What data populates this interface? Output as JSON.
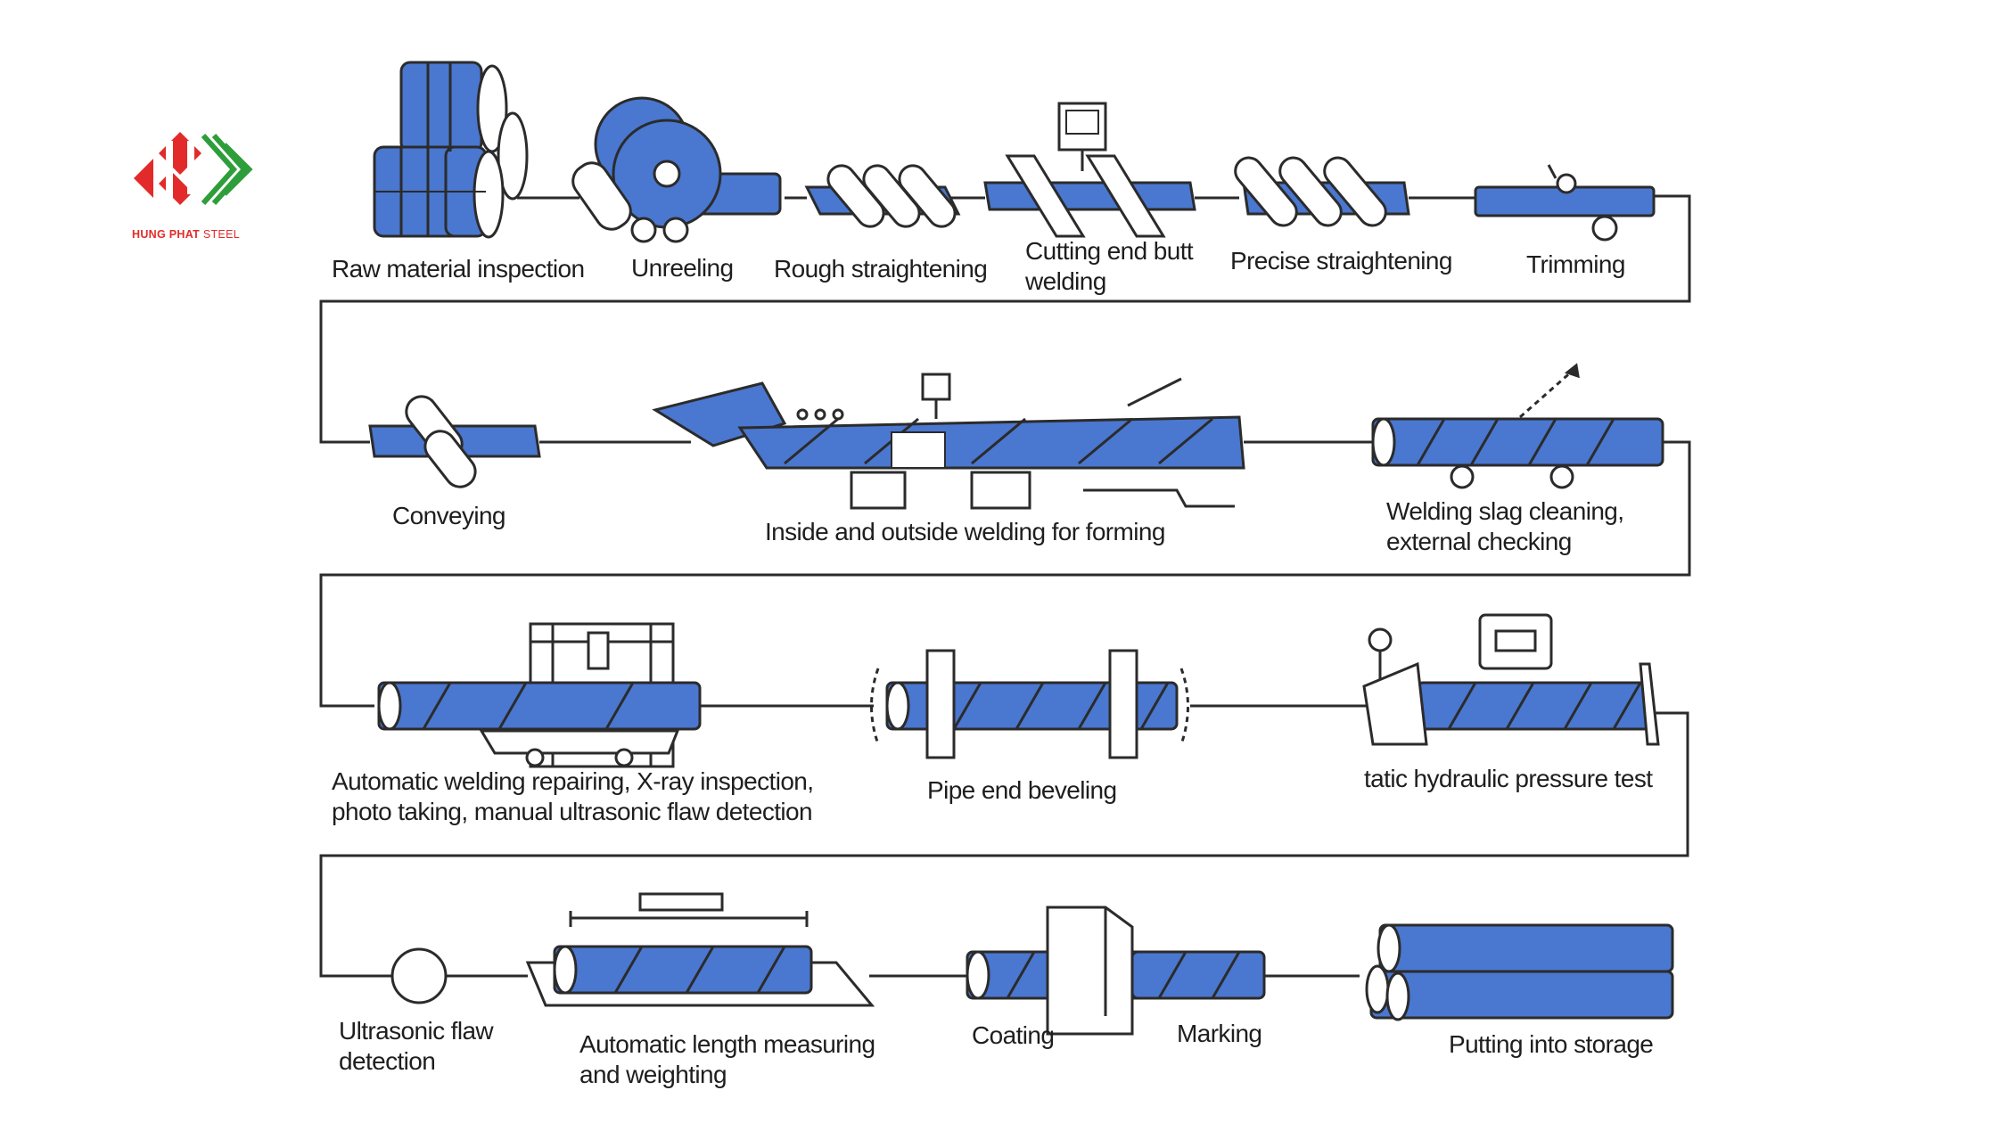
{
  "brand": {
    "name": "HUNG PHAT",
    "suffix": "STEEL",
    "colors": {
      "red": "#e32a2a",
      "green": "#2e9e3a"
    }
  },
  "colors": {
    "steel_blue": "#4a77cf",
    "line": "#2b2b2b"
  },
  "steps": [
    {
      "id": "raw-material-inspection",
      "label": "Raw material inspection"
    },
    {
      "id": "unreeling",
      "label": "Unreeling"
    },
    {
      "id": "rough-straightening",
      "label": "Rough straightening"
    },
    {
      "id": "cutting-end-butt-welding",
      "label": "Cutting end butt\nwelding"
    },
    {
      "id": "precise-straightening",
      "label": "Precise straightening"
    },
    {
      "id": "trimming",
      "label": "Trimming"
    },
    {
      "id": "conveying",
      "label": "Conveying"
    },
    {
      "id": "inside-outside-welding",
      "label": "Inside and outside welding for forming"
    },
    {
      "id": "welding-slag-cleaning",
      "label": "Welding slag cleaning,\nexternal checking"
    },
    {
      "id": "automatic-welding-repairing",
      "label": "Automatic welding repairing, X-ray inspection,\nphoto taking, manual ultrasonic flaw detection"
    },
    {
      "id": "pipe-end-beveling",
      "label": "Pipe end beveling"
    },
    {
      "id": "hydraulic-pressure-test",
      "label": "tatic hydraulic pressure test"
    },
    {
      "id": "ultrasonic-flaw-detection",
      "label": "Ultrasonic flaw\ndetection"
    },
    {
      "id": "length-measuring-weighting",
      "label": "Automatic length measuring\nand weighting"
    },
    {
      "id": "coating",
      "label": "Coating"
    },
    {
      "id": "marking",
      "label": "Marking"
    },
    {
      "id": "putting-into-storage",
      "label": "Putting into storage"
    }
  ]
}
